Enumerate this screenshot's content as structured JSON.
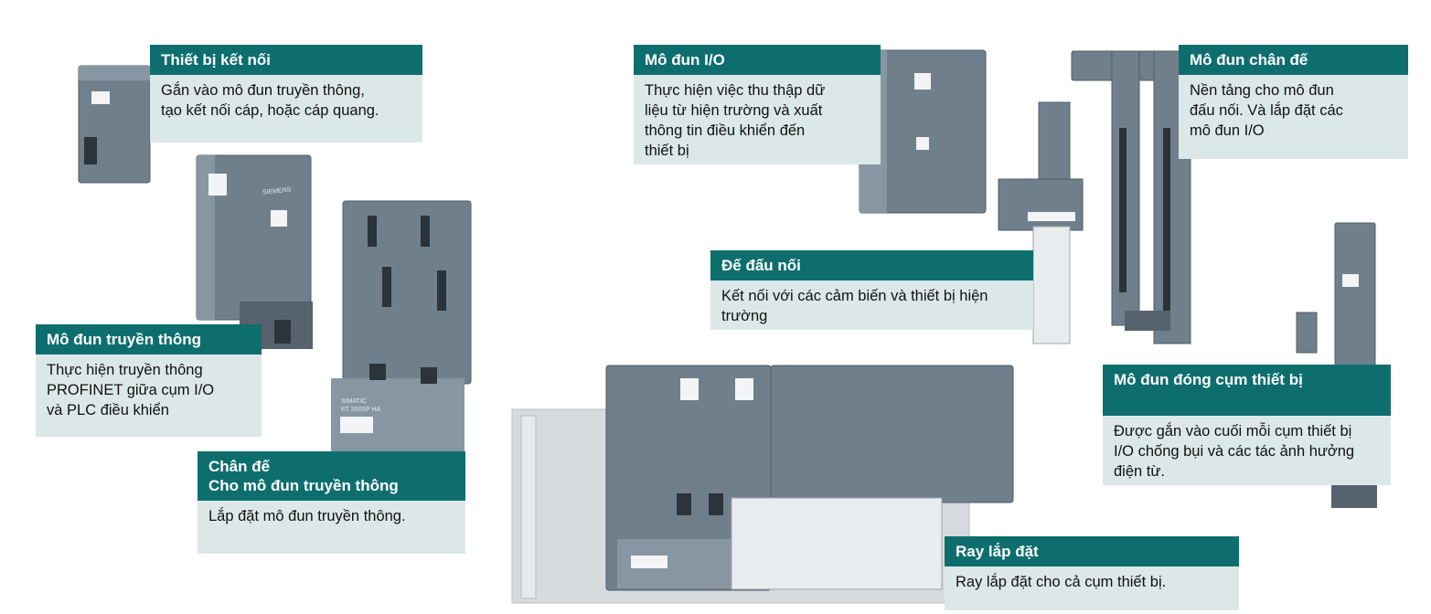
{
  "callouts": {
    "connection_device": {
      "title": "Thiết bị kết nối",
      "lines": [
        "Gắn vào mô đun truyền thông,",
        "tạo kết nối cáp, hoặc cáp quang."
      ]
    },
    "comm_module": {
      "title": "Mô đun truyền thông",
      "lines": [
        "Thực hiện truyền thông",
        "PROFINET giữa cụm I/O",
        "và PLC điều khiển"
      ]
    },
    "comm_base": {
      "title_lines": [
        "Chân đế",
        "Cho mô đun truyền thông"
      ],
      "lines": [
        "Lắp đặt mô đun truyền thông."
      ]
    },
    "io_module": {
      "title": "Mô đun I/O",
      "lines": [
        "Thực hiện việc thu thập dữ",
        "liệu từ hiện trường và xuất",
        "thông tin điều khiển đến",
        "thiết bị"
      ]
    },
    "base_module": {
      "title": "Mô đun chân đế",
      "lines": [
        "Nền tảng cho mô đun",
        "đấu nối. Và lắp đặt các",
        "mô đun I/O"
      ]
    },
    "terminal_base": {
      "title": "Đế đấu nối",
      "lines": [
        "Kết nối với các cảm biến và thiết bị hiện",
        "trường"
      ]
    },
    "end_module": {
      "title": "Mô đun đóng cụm thiết bị",
      "lines": [
        "Được gắn vào cuối mỗi cụm thiết bị",
        "I/O chống bụi và các tác ảnh hưởng",
        "điện từ."
      ]
    },
    "mounting_rail": {
      "title": "Ray lắp đặt",
      "lines": [
        "Ray lắp đặt cho cả cụm thiết bị."
      ]
    }
  },
  "device_labels": {
    "brand": "SIEMENS",
    "product": "SIMATIC",
    "series": "ET 200SP HA"
  },
  "colors": {
    "header_bg": "#0e6e6e",
    "body_bg": "#dce8e8",
    "device_gray": "#6f7f8c"
  }
}
